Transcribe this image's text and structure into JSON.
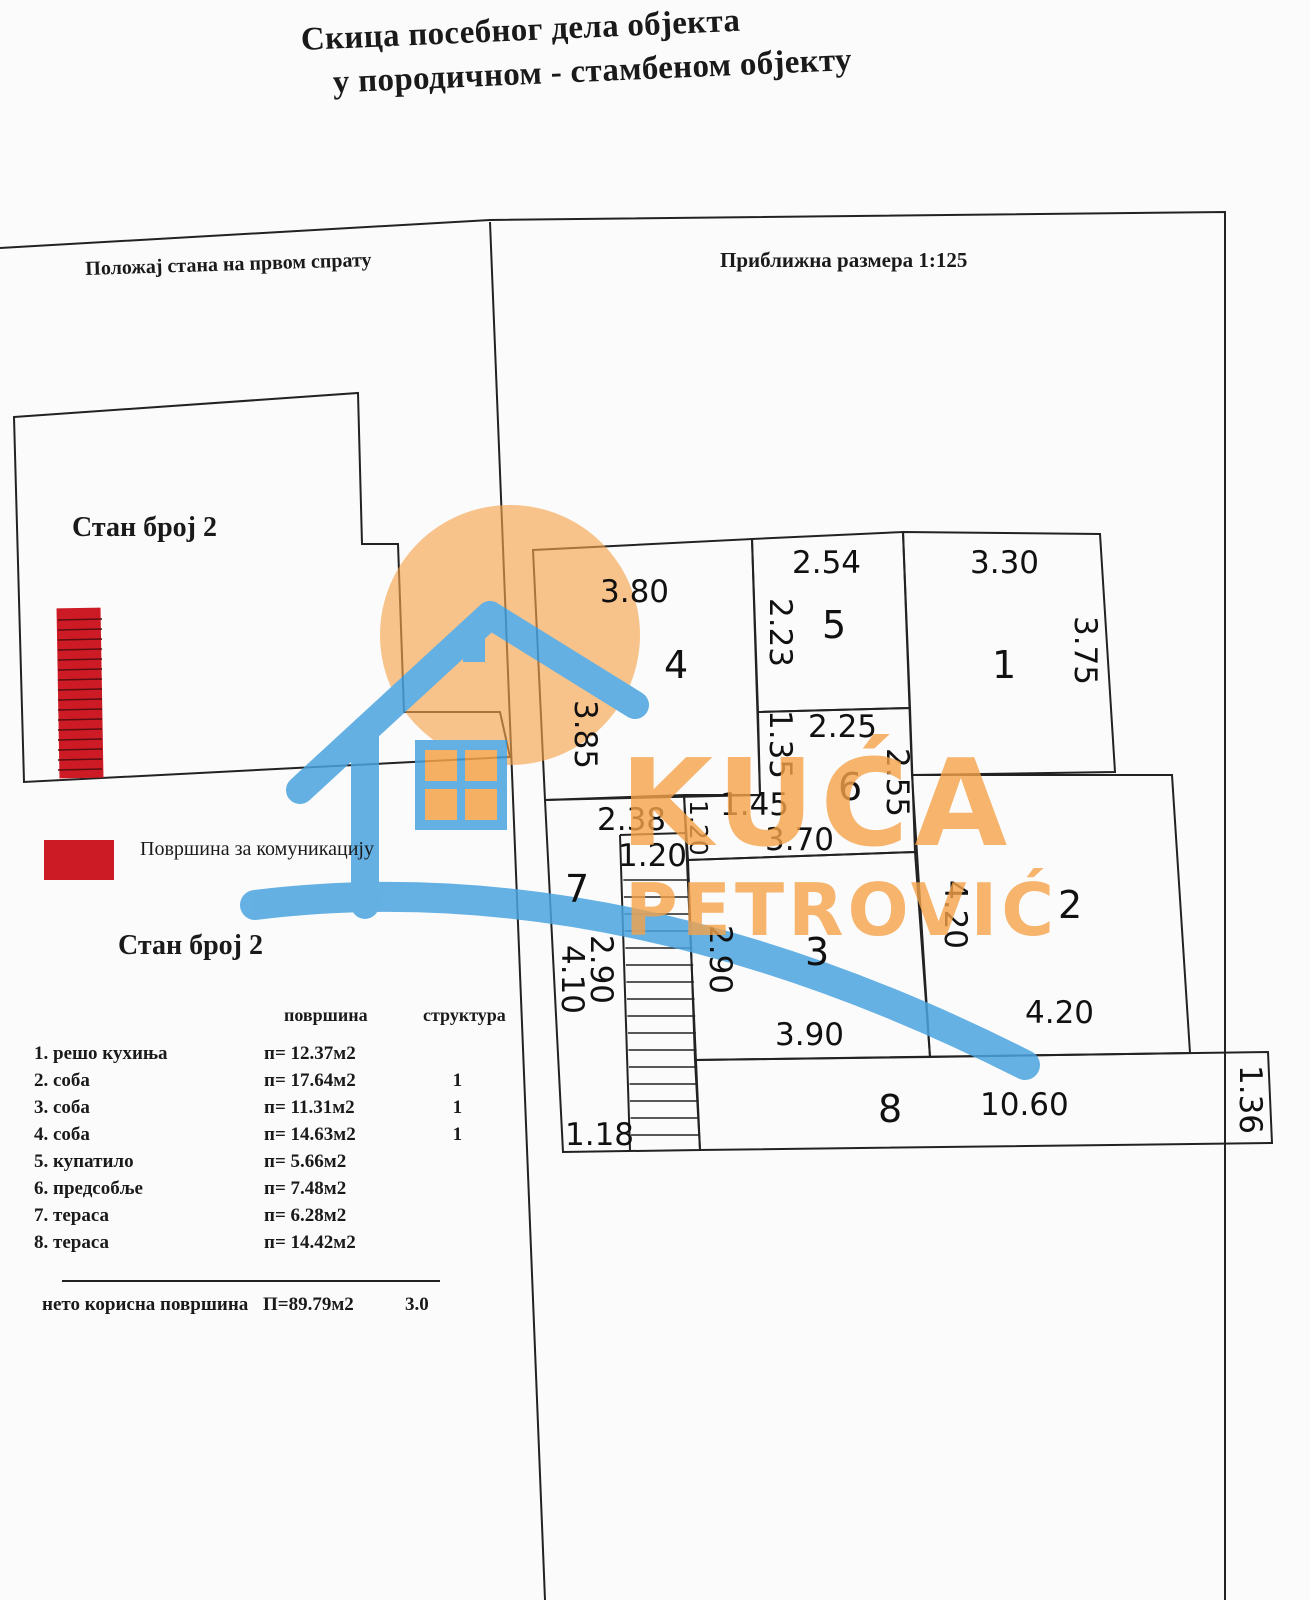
{
  "title": {
    "line1": "Скица посебног дела објекта",
    "line2": "у породичном - стамбеном објекту"
  },
  "left_panel": {
    "heading": "Положај стана на првом спрату",
    "apartment_label": "Стан број 2",
    "legend_label": "Површина за комуникацију",
    "legend_color": "#cc1b24"
  },
  "right_panel": {
    "heading": "Приближна размера 1:125"
  },
  "areas": {
    "title": "Стан број 2",
    "col_area": "површина",
    "col_structure": "структура",
    "rows": [
      {
        "name": "1. решо кухиња",
        "area": "п= 12.37м2",
        "structure": ""
      },
      {
        "name": "2. соба",
        "area": "п= 17.64м2",
        "structure": "1"
      },
      {
        "name": "3. соба",
        "area": "п= 11.31м2",
        "structure": "1"
      },
      {
        "name": "4. соба",
        "area": "п= 14.63м2",
        "structure": "1"
      },
      {
        "name": "5. купатило",
        "area": "п= 5.66м2",
        "structure": ""
      },
      {
        "name": "6. предсобље",
        "area": "п= 7.48м2",
        "structure": ""
      },
      {
        "name": "7. тераса",
        "area": "п= 6.28м2",
        "structure": ""
      },
      {
        "name": "8. тераса",
        "area": "п= 14.42м2",
        "structure": ""
      }
    ],
    "total_label": "нето корисна површина",
    "total_area": "П=89.79м2",
    "total_structure": "3.0"
  },
  "plan": {
    "room_numbers": [
      "1",
      "2",
      "3",
      "4",
      "5",
      "6",
      "7",
      "8"
    ],
    "dimensions": {
      "r1_w": "3.30",
      "r1_h": "3.75",
      "r2_w": "4.20",
      "r2_h": "4.20",
      "r3_w": "3.90",
      "r3_h": "2.90",
      "r3_top": "3.70",
      "r4_w": "3.80",
      "r4_h": "3.85",
      "r5_w": "2.54",
      "r5_h": "2.23",
      "r6_w": "2.25",
      "r6_h1": "1.35",
      "r6_h2": "2.55",
      "r6_w2": "1.45",
      "r7_w": "2.38",
      "r7_w2": "1.20",
      "r7_h": "4.10",
      "r7_h2": "2.90",
      "r7_bottom": "1.18",
      "r7_v": "1.20",
      "r8_w": "10.60",
      "r8_h": "1.36"
    }
  },
  "watermark": {
    "line1": "KUĆA",
    "line2": "PETROVIĆ",
    "orange": "#f5a34a",
    "blue": "#4aa3df"
  }
}
